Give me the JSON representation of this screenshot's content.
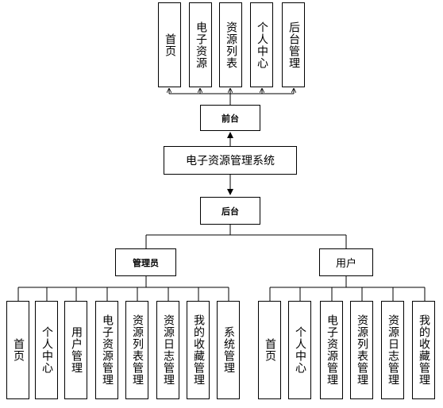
{
  "system": {
    "title": "电子资源管理系统"
  },
  "frontend": {
    "label": "前台",
    "modules": [
      "首页",
      "电子资源",
      "资源列表",
      "个人中心",
      "后台管理"
    ]
  },
  "backend": {
    "label": "后台"
  },
  "admin": {
    "label": "管理员",
    "modules": [
      "首页",
      "个人中心",
      "用户管理",
      "电子资源管理",
      "资源列表管理",
      "资源日志管理",
      "我的收藏管理",
      "系统管理"
    ]
  },
  "user": {
    "label": "用户",
    "modules": [
      "首页",
      "个人中心",
      "电子资源管理",
      "资源列表管理",
      "资源日志管理",
      "我的收藏管理"
    ]
  }
}
